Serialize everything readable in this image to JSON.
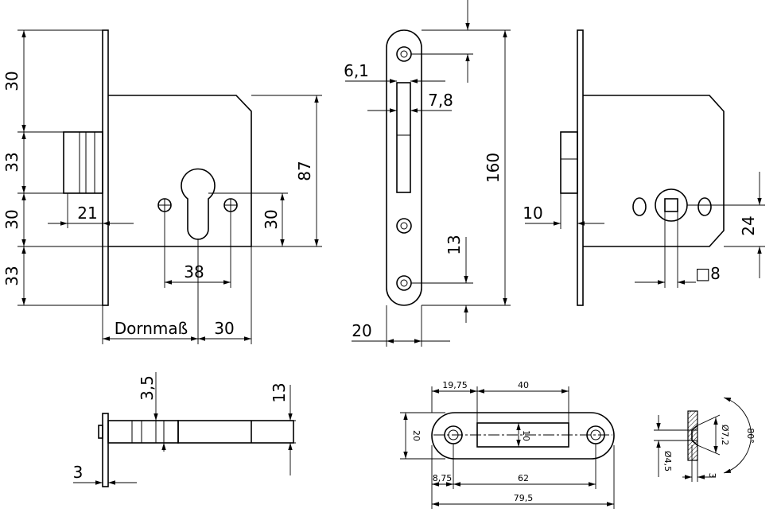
{
  "drawing": {
    "front_view": {
      "left_heights": [
        "30",
        "33",
        "30",
        "33"
      ],
      "dim_21": "21",
      "dim_87": "87",
      "dim_30_vertical": "30",
      "dim_38": "38",
      "label_backset": "Dornmaß",
      "dim_30_horizontal": "30"
    },
    "side_view": {
      "dim_6_1": "6,1",
      "dim_7_8": "7,8",
      "dim_160": "160",
      "dim_13": "13",
      "dim_20": "20"
    },
    "right_view": {
      "dim_10": "10",
      "dim_24": "24",
      "dim_square": "□8"
    },
    "bottom_view": {
      "dim_3_5": "3,5",
      "dim_13": "13",
      "dim_3": "3"
    },
    "strike_plate": {
      "dim_19_75": "19,75",
      "dim_40": "40",
      "dim_20": "20",
      "dim_10": "10",
      "dim_8_75": "8,75",
      "dim_62": "62",
      "dim_79_5": "79,5"
    },
    "screw_detail": {
      "dim_7_2": "Ø7,2",
      "dim_4_5": "Ø4,5",
      "dim_80": "80°",
      "dim_3": "3"
    }
  }
}
